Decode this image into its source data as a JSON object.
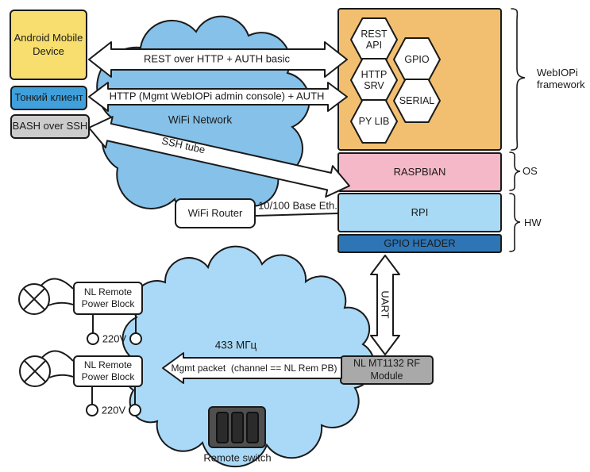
{
  "clients": {
    "android": "Android Mobile\nDevice",
    "thin_client": "Тонкий клиент",
    "bash_ssh": "BASH over SSH"
  },
  "webiopi": {
    "hexagons": [
      {
        "label": "REST\nAPI"
      },
      {
        "label": "GPIO"
      },
      {
        "label": "HTTP\nSRV"
      },
      {
        "label": "SERIAL"
      },
      {
        "label": "PY LIB"
      }
    ],
    "brace_label": "WebIOPi\nframework"
  },
  "stack": {
    "raspbian": "RASPBIAN",
    "rpi": "RPI",
    "gpio_header": "GPIO HEADER",
    "os_label": "OS",
    "hw_label": "HW"
  },
  "network": {
    "wifi_cloud_label": "WiFi Network",
    "wifi_router": "WiFi Router",
    "ethernet_label": "10/100 Base Eth.",
    "rest_arrow_label": "REST over HTTP + AUTH basic",
    "http_arrow_label": "HTTP (Mgmt WebIOPi admin console) + AUTH",
    "ssh_arrow_label": "SSH tube"
  },
  "radio": {
    "cloud_label": "433 МГц",
    "uart_label": "UART",
    "mgmt_packet_label": "Mgmt packet  (channel == NL Rem PB)",
    "rf_module": "NL MT1132 RF\nModule"
  },
  "power": {
    "block1": "NL Remote\nPower Block",
    "block2": "NL Remote\nPower Block",
    "voltage1": "220V",
    "voltage2": "220V",
    "remote_switch_label": "Remote switch"
  },
  "colors": {
    "android_box": "#F7DE6E",
    "thin_client_box": "#3FA0DC",
    "bash_box": "#CCCCCC",
    "webiopi_box": "#F2BF71",
    "raspbian_box": "#F5B8C8",
    "rpi_box": "#A9DAF5",
    "gpio_header_box": "#2E75B6",
    "wifi_cloud": "#85C1E9",
    "radio_cloud": "#A9D9F7",
    "rf_module_box": "#A9A9A9",
    "remote_switch_body": "#4F4F4F",
    "outline": "#1a1a1a"
  }
}
